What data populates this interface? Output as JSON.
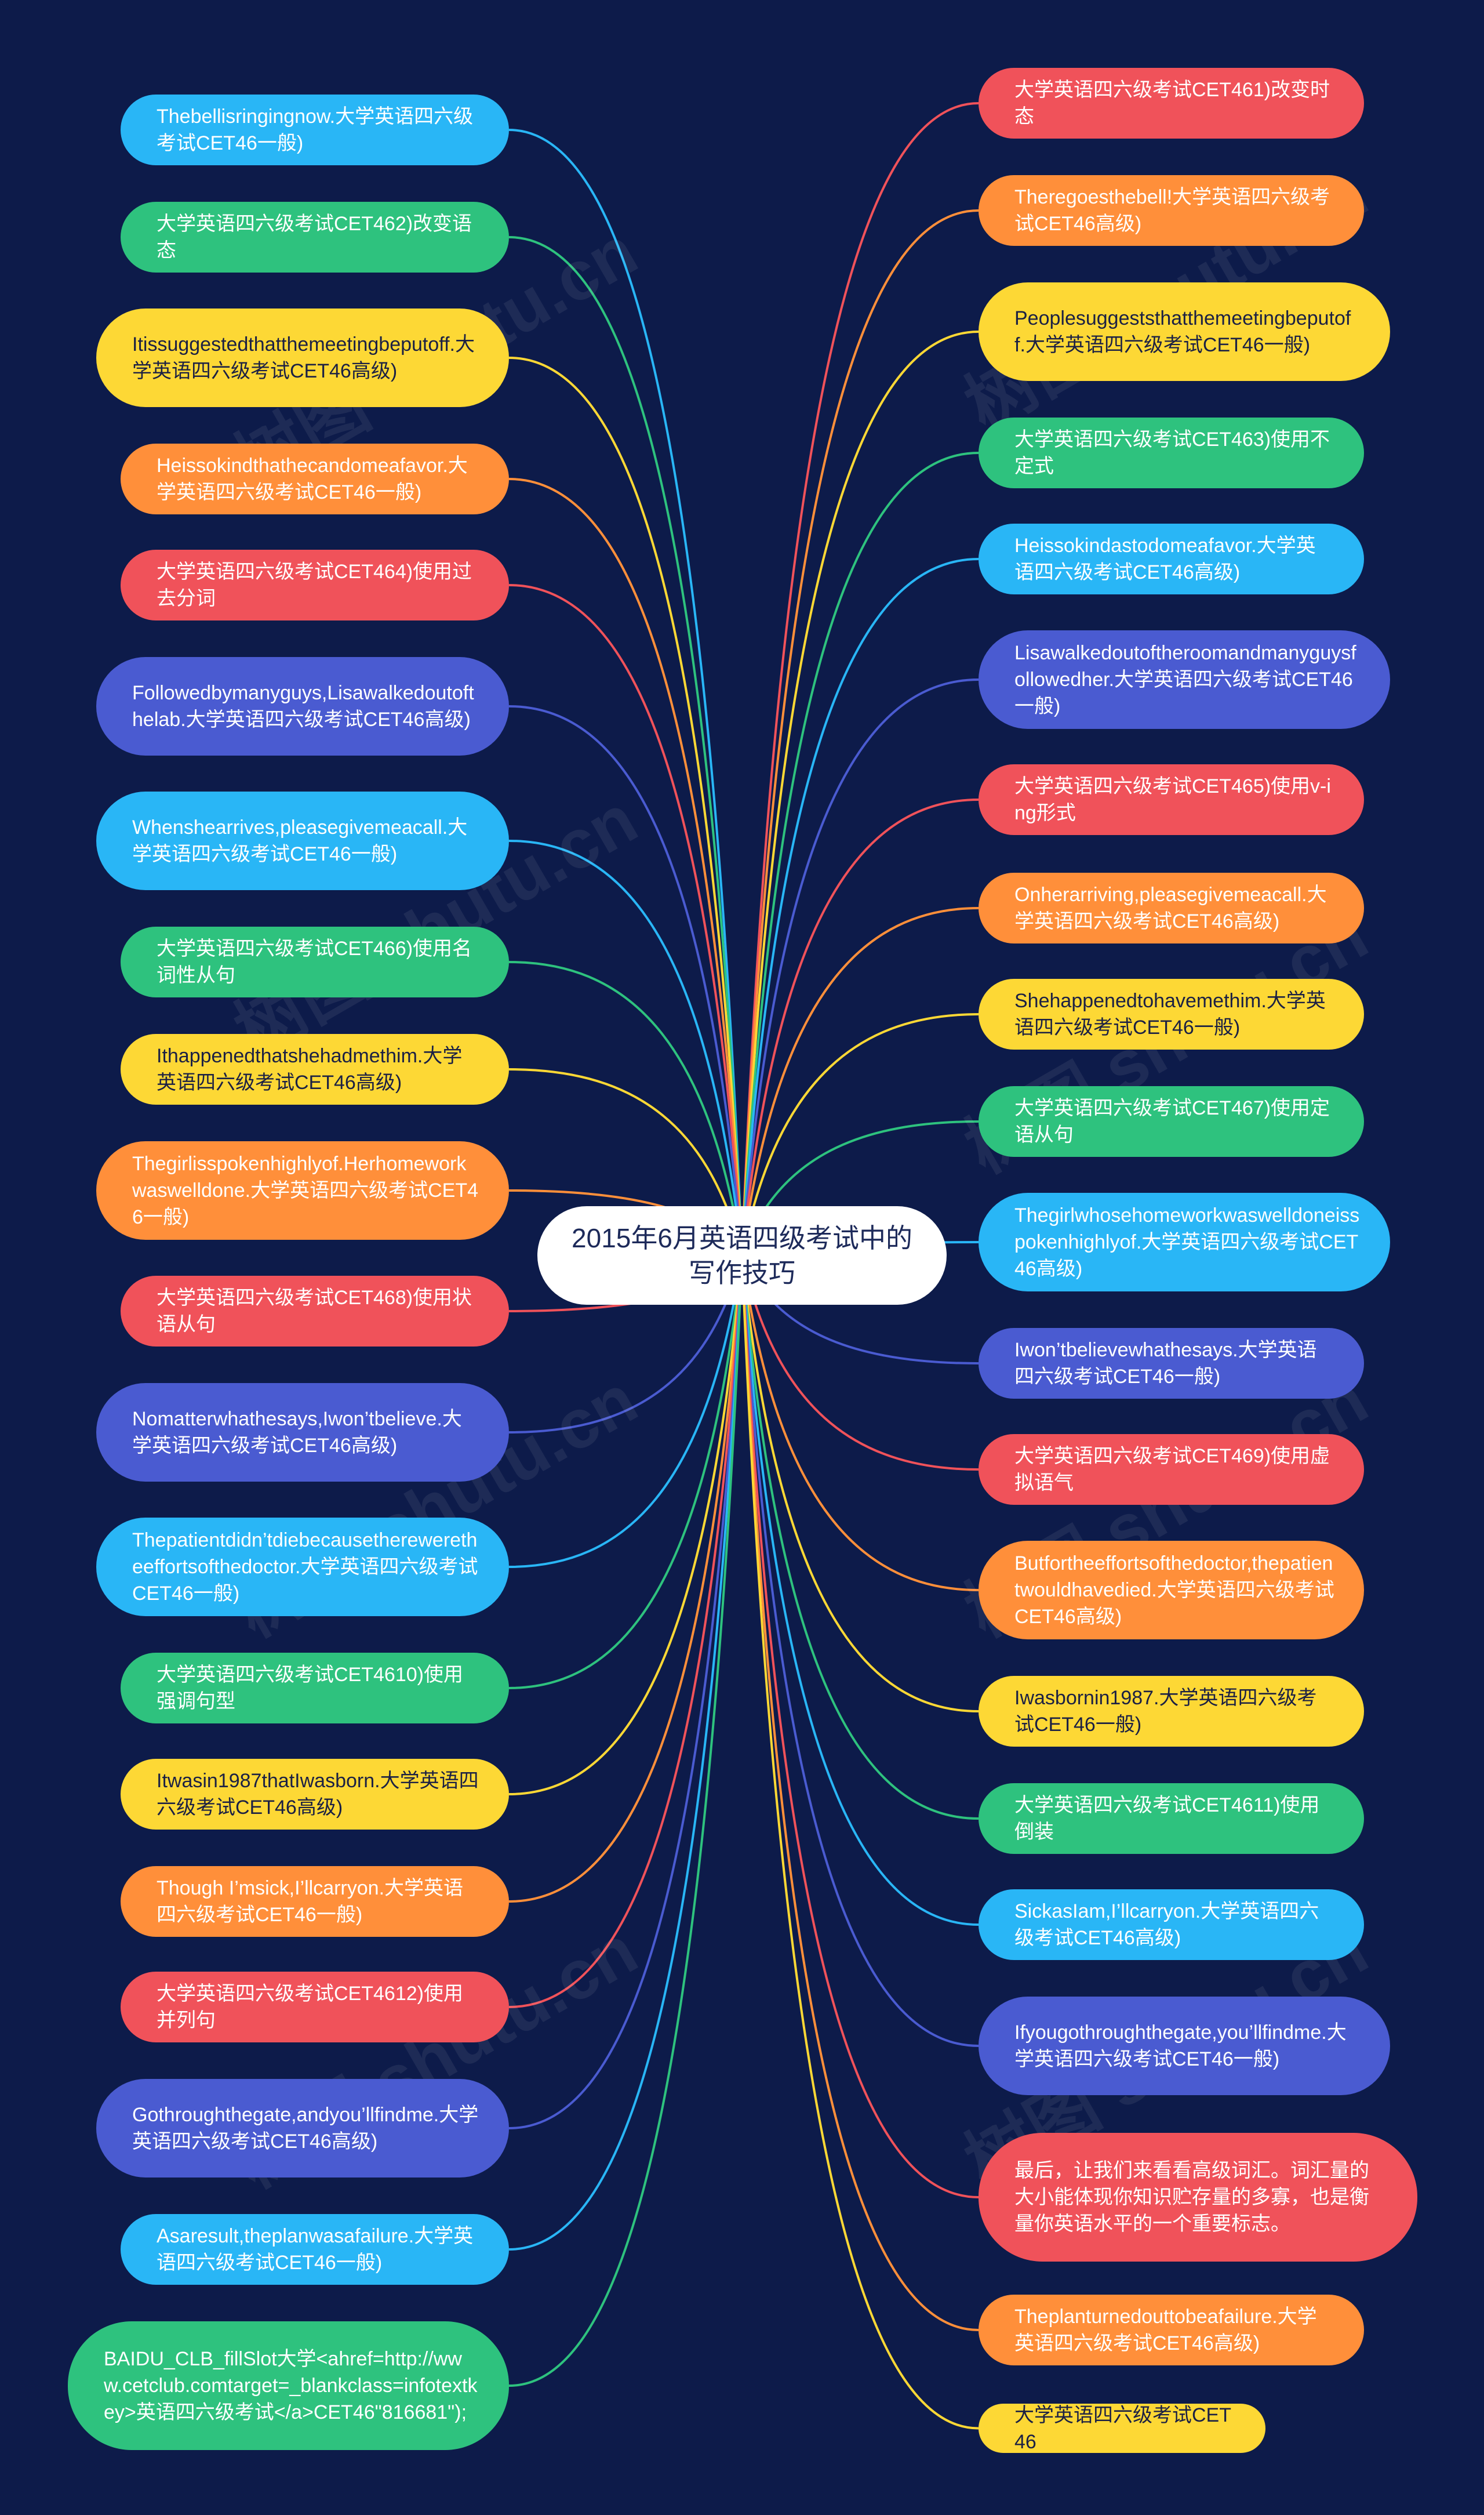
{
  "colors": {
    "background": "#0d1b4a",
    "root_fill": "#ffffff",
    "root_text": "#1d2a5a",
    "blue": "#29b6f6",
    "green": "#2ec27e",
    "yellow": "#fdd835",
    "orange": "#ff8f3a",
    "red": "#f0525a",
    "indigo": "#4a5bd1"
  },
  "root": {
    "text": "2015年6月英语四级考试中的写作技巧"
  },
  "watermark": "树图 shutu.cn",
  "left_nodes": [
    {
      "text": "Thebellisringingnow.大学英语四六级考试CET46一般)",
      "color": "blue"
    },
    {
      "text": "大学英语四六级考试CET462)改变语态",
      "color": "green"
    },
    {
      "text": "Itissuggestedthatthemeetingbeputoff.大学英语四六级考试CET46高级)",
      "color": "yellow"
    },
    {
      "text": "Heissokindthathecandomeafavor.大学英语四六级考试CET46一般)",
      "color": "orange"
    },
    {
      "text": "大学英语四六级考试CET464)使用过去分词",
      "color": "red"
    },
    {
      "text": "Followedbymanyguys,Lisawalkedoutofthelab.大学英语四六级考试CET46高级)",
      "color": "indigo"
    },
    {
      "text": "Whenshearrives,pleasegivemeacall.大学英语四六级考试CET46一般)",
      "color": "blue"
    },
    {
      "text": "大学英语四六级考试CET466)使用名词性从句",
      "color": "green"
    },
    {
      "text": "Ithappenedthatshehadmethim.大学英语四六级考试CET46高级)",
      "color": "yellow"
    },
    {
      "text": "Thegirlisspokenhighlyof.Herhomeworkwaswelldone.大学英语四六级考试CET46一般)",
      "color": "orange"
    },
    {
      "text": "大学英语四六级考试CET468)使用状语从句",
      "color": "red"
    },
    {
      "text": "Nomatterwhathesays,Iwon’tbelieve.大学英语四六级考试CET46高级)",
      "color": "indigo"
    },
    {
      "text": "Thepatientdidn’tdiebecausethereweretheeffortsofthedoctor.大学英语四六级考试CET46一般)",
      "color": "blue"
    },
    {
      "text": "大学英语四六级考试CET4610)使用强调句型",
      "color": "green"
    },
    {
      "text": "Itwasin1987thatIwasborn.大学英语四六级考试CET46高级)",
      "color": "yellow"
    },
    {
      "text": "Though I’msick,I’llcarryon.大学英语四六级考试CET46一般)",
      "color": "orange"
    },
    {
      "text": "大学英语四六级考试CET4612)使用并列句",
      "color": "red"
    },
    {
      "text": "Gothroughthegate,andyou’llfindme.大学英语四六级考试CET46高级)",
      "color": "indigo"
    },
    {
      "text": "Asaresult,theplanwasafailure.大学英语四六级考试CET46一般)",
      "color": "blue"
    },
    {
      "text": "BAIDU_CLB_fillSlot大学<ahref=http://www.cetclub.comtarget=_blankclass=infotextkey>英语四六级考试</a>CET46\"816681\");",
      "color": "green"
    }
  ],
  "right_nodes": [
    {
      "text": "大学英语四六级考试CET461)改变时态",
      "color": "red"
    },
    {
      "text": "Theregoesthebell!大学英语四六级考试CET46高级)",
      "color": "orange"
    },
    {
      "text": "Peoplesuggeststhatthemeetingbeputoff.大学英语四六级考试CET46一般)",
      "color": "yellow"
    },
    {
      "text": "大学英语四六级考试CET463)使用不定式",
      "color": "green"
    },
    {
      "text": "Heissokindastodomeafavor.大学英语四六级考试CET46高级)",
      "color": "blue"
    },
    {
      "text": "Lisawalkedoutoftheroomandmanyguysfollowedher.大学英语四六级考试CET46一般)",
      "color": "indigo"
    },
    {
      "text": "大学英语四六级考试CET465)使用v-ing形式",
      "color": "red"
    },
    {
      "text": "Onherarriving,pleasegivemeacall.大学英语四六级考试CET46高级)",
      "color": "orange"
    },
    {
      "text": "Shehappenedtohavemethim.大学英语四六级考试CET46一般)",
      "color": "yellow"
    },
    {
      "text": "大学英语四六级考试CET467)使用定语从句",
      "color": "green"
    },
    {
      "text": "Thegirlwhosehomeworkwaswelldoneisspokenhighlyof.大学英语四六级考试CET46高级)",
      "color": "blue"
    },
    {
      "text": "Iwon’tbelievewhathesays.大学英语四六级考试CET46一般)",
      "color": "indigo"
    },
    {
      "text": "大学英语四六级考试CET469)使用虚拟语气",
      "color": "red"
    },
    {
      "text": "Butfortheeffortsofthedoctor,thepatientwouldhavedied.大学英语四六级考试CET46高级)",
      "color": "orange"
    },
    {
      "text": "Iwasbornin1987.大学英语四六级考试CET46一般)",
      "color": "yellow"
    },
    {
      "text": "大学英语四六级考试CET4611)使用倒装",
      "color": "green"
    },
    {
      "text": "SickasIam,I’llcarryon.大学英语四六级考试CET46高级)",
      "color": "blue"
    },
    {
      "text": "Ifyougothroughthegate,you’llfindme.大学英语四六级考试CET46一般)",
      "color": "indigo"
    },
    {
      "text": "最后，让我们来看看高级词汇。词汇量的大小能体现你知识贮存量的多寡，也是衡量你英语水平的一个重要标志。",
      "color": "red"
    },
    {
      "text": "Theplanturnedouttobeafailure.大学英语四六级考试CET46高级)",
      "color": "orange"
    },
    {
      "text": "大学英语四六级考试CET46",
      "color": "yellow"
    }
  ]
}
